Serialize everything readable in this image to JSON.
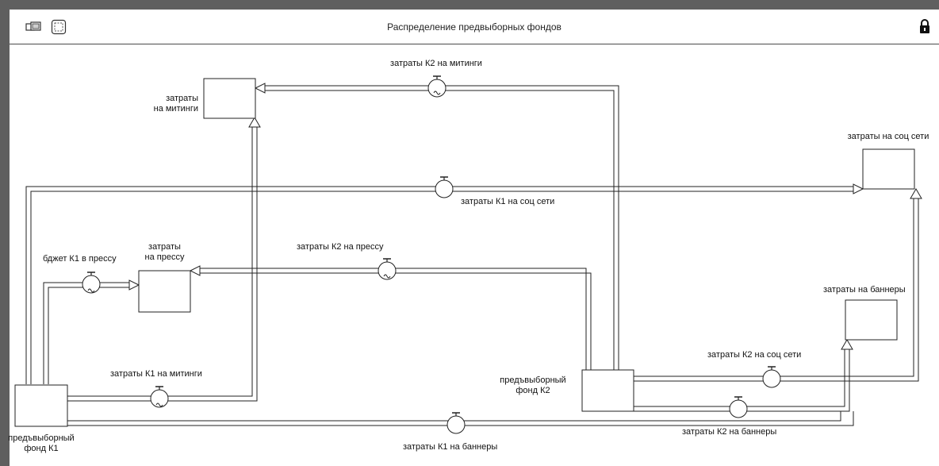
{
  "window": {
    "title": "Распределение предвыборных фондов",
    "icons": [
      "windows-icon",
      "select-icon",
      "lock-icon"
    ]
  },
  "diagram": {
    "stocks": {
      "fund_k1": "предъвыборный\nфонд К1",
      "fund_k2": "предъвыборный\nфонд К2",
      "rallies": "затраты\nна митинги",
      "press": "затраты\nна прессу",
      "social": "затраты на соц сети",
      "banners": "затраты на баннеры"
    },
    "flows": {
      "k2_rallies": "затраты К2 на митинги",
      "k1_social": "затраты К1 на соц сети",
      "k1_press": "бджет К1 в прессу",
      "k2_press": "затраты К2 на прессу",
      "k1_rallies": "затраты К1 на митинги",
      "k2_social": "затраты К2 на соц сети",
      "k2_banners": "затраты К2 на баннеры",
      "k1_banners": "затраты К1 на баннеры"
    }
  }
}
